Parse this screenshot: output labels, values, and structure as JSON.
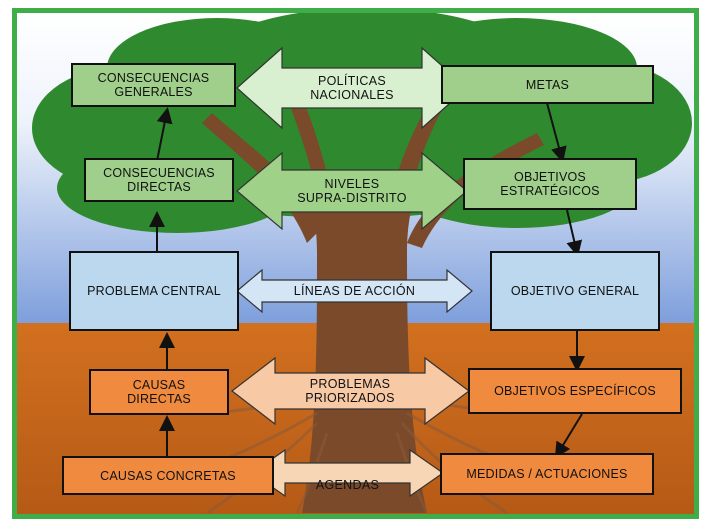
{
  "colors": {
    "frame": "#3fae49",
    "sky_top": "#ffffff",
    "sky_bottom": "#7ea0dd",
    "soil": "#c8641c",
    "green_box": "#9fcf8a",
    "blue_box": "#bcd8ee",
    "orange_box": "#f08a3e",
    "tree_green": "#2f8a2f",
    "trunk": "#7a4a2a"
  },
  "left": {
    "consecuencias_generales": "CONSECUENCIAS\nGENERALES",
    "consecuencias_directas": "CONSECUENCIAS\nDIRECTAS",
    "problema_central": "PROBLEMA CENTRAL",
    "causas_directas": "CAUSAS\nDIRECTAS",
    "causas_concretas": "CAUSAS CONCRETAS"
  },
  "center": {
    "politicas_nacionales": "POLÍTICAS\nNACIONALES",
    "niveles_supra_distrito": "NIVELES\nSUPRA-DISTRITO",
    "lineas_de_accion": "LÍNEAS DE ACCIÓN",
    "problemas_priorizados": "PROBLEMAS\nPRIORIZADOS",
    "agendas": "AGENDAS"
  },
  "right": {
    "metas": "METAS",
    "objetivos_estrategicos": "OBJETIVOS\nESTRATÉGICOS",
    "objetivo_general": "OBJETIVO GENERAL",
    "objetivos_especificos": "OBJETIVOS ESPECÍFICOS",
    "medidas_actuaciones": "MEDIDAS / ACTUACIONES"
  }
}
